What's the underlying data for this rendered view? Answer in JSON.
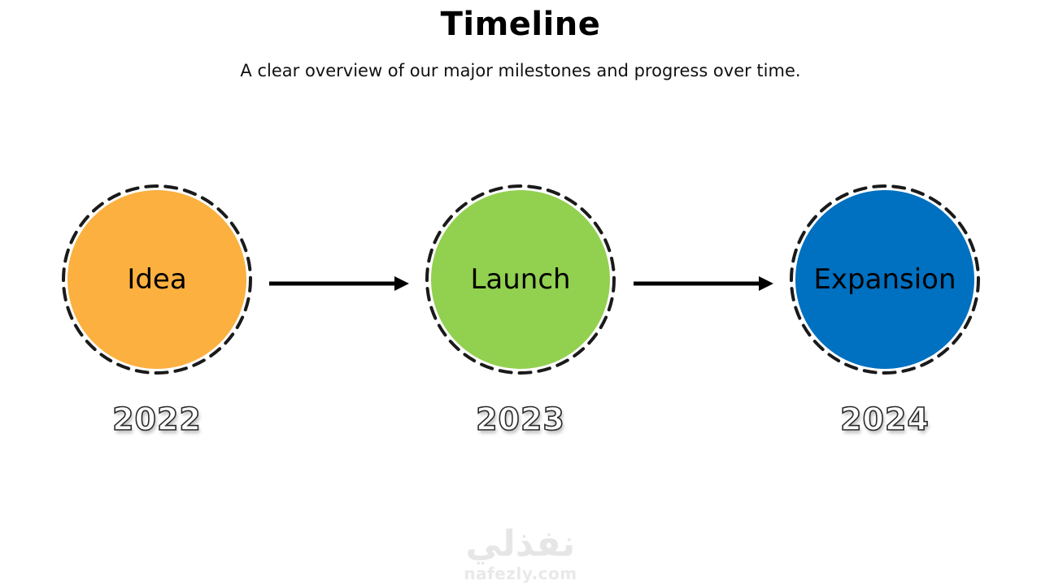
{
  "header": {
    "title": "Timeline",
    "subtitle": "A clear overview of our major milestones and progress over time."
  },
  "milestones": [
    {
      "label": "Idea",
      "year": "2022",
      "color": "#FBB040"
    },
    {
      "label": "Launch",
      "year": "2023",
      "color": "#92D050"
    },
    {
      "label": "Expansion",
      "year": "2024",
      "color": "#0070C0"
    }
  ],
  "connectors": [
    {
      "from": "Idea",
      "to": "Launch"
    },
    {
      "from": "Launch",
      "to": "Expansion"
    }
  ],
  "watermark": {
    "arabic": "نفذلي",
    "domain": "nafezly.com"
  },
  "colors": {
    "ring": "#1a1a1a",
    "arrow": "#000000",
    "watermark": "#e6e6e6"
  }
}
